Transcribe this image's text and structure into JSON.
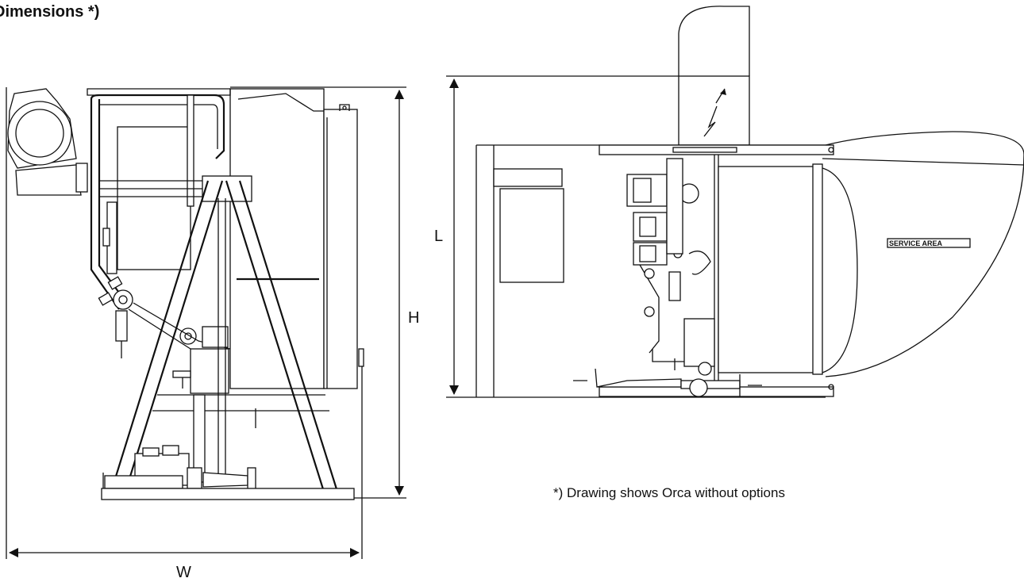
{
  "title": "Dimensions *)",
  "dimensions": {
    "width_label": "W",
    "height_label": "H",
    "length_label": "L"
  },
  "service_area_label": "SERVICE AREA",
  "footnote": "*) Drawing shows Orca without options"
}
